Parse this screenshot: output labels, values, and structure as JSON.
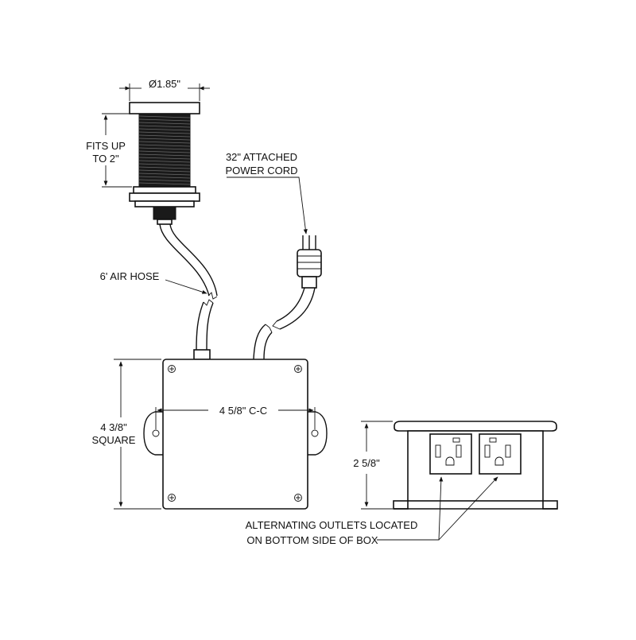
{
  "labels": {
    "diameter": "Ø1.85\"",
    "fits_line1": "FITS UP",
    "fits_line2": "TO 2\"",
    "cord_line1": "32\" ATTACHED",
    "cord_line2": "POWER CORD",
    "air_hose": "6' AIR HOSE",
    "center_to_center": "4 5/8\" C-C",
    "square_line1": "4 3/8\"",
    "square_line2": "SQUARE",
    "height": "2 5/8\"",
    "outlets_line1": "ALTERNATING OUTLETS LOCATED",
    "outlets_line2": "ON BOTTOM SIDE OF BOX"
  }
}
